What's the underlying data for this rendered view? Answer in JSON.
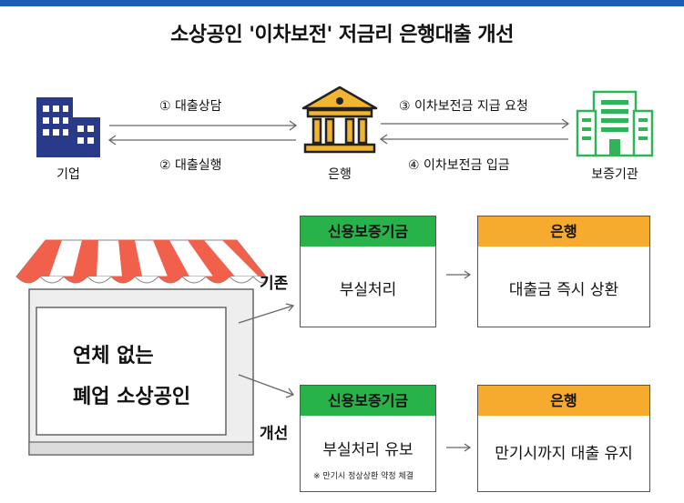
{
  "title": "소상공인 '이차보전' 저금리 은행대출 개선",
  "nodes": {
    "company": "기업",
    "bank": "은행",
    "guarantor": "보증기관"
  },
  "flows": {
    "step1": "① 대출상담",
    "step2": "② 대출실행",
    "step3": "③ 이차보전금 지급 요청",
    "step4": "④ 이차보전금 입금"
  },
  "store": {
    "line1": "연체 없는",
    "line2": "폐업 소상공인"
  },
  "paths": {
    "existing_label": "기존",
    "improved_label": "개선"
  },
  "existing": {
    "fund_header": "신용보증기금",
    "fund_body": "부실처리",
    "bank_header": "은행",
    "bank_body": "대출금 즉시 상환"
  },
  "improved": {
    "fund_header": "신용보증기금",
    "fund_body": "부실처리 유보",
    "fund_note": "※ 만기시 정상상환 약정 체결",
    "bank_header": "은행",
    "bank_body": "만기시까지 대출 유지"
  },
  "colors": {
    "top_bar": "#1a5fb4",
    "company_icon": "#2a3a8a",
    "bank_icon": "#f2b531",
    "guarantor_icon": "#2fb457",
    "fund_header": "#27b34a",
    "bank_header": "#f7ab2e",
    "awning_red": "#f0604a"
  }
}
